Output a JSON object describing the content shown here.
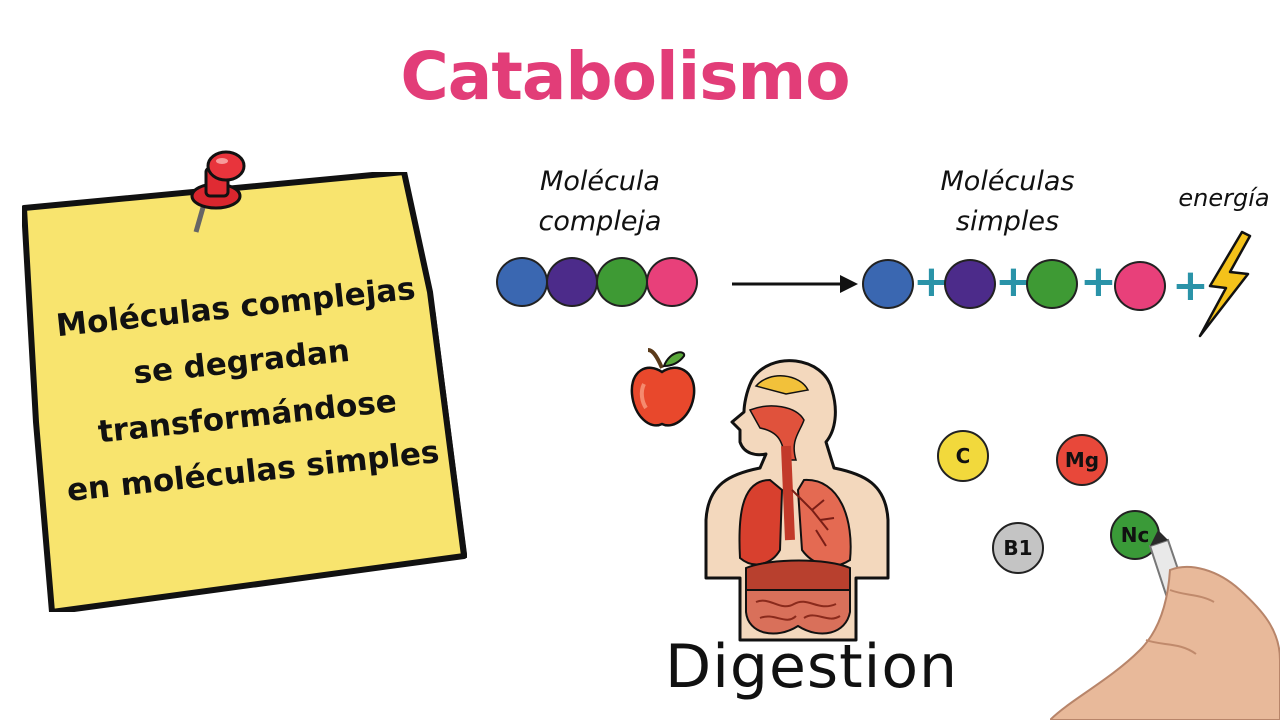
{
  "title": "Catabolismo",
  "note": {
    "lines": [
      "Moléculas complejas",
      "se degradan",
      "transformándose",
      "en moléculas simples"
    ]
  },
  "complex_label": [
    "Molécula",
    "compleja"
  ],
  "simple_label": [
    "Moléculas",
    "simples"
  ],
  "energy_label": "energía",
  "plus_sign": "+",
  "molecule_colors": [
    "#3a67b1",
    "#4c2b8a",
    "#3e9a34",
    "#e8407a"
  ],
  "elements": [
    {
      "symbol": "C",
      "color": "#f2d93c"
    },
    {
      "symbol": "Mg",
      "color": "#e8483a"
    },
    {
      "symbol": "B1",
      "color": "#c4c4c4"
    },
    {
      "symbol": "Nc",
      "color": "#3a9a38"
    }
  ],
  "digestion_label": "Digestion",
  "colors": {
    "title": "#e23d78",
    "note_fill": "#f8e46e",
    "arrow": "#111111",
    "plus": "#2a93a8",
    "bolt": "#f4c21a"
  }
}
